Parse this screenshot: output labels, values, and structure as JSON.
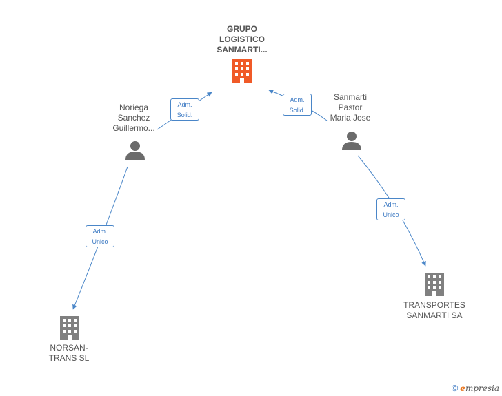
{
  "nodes": {
    "grupo": {
      "label": "GRUPO\nLOGISTICO\nSANMARTI...",
      "type": "company",
      "highlight": true
    },
    "noriega": {
      "label": "Noriega\nSanchez\nGuillermo...",
      "type": "person"
    },
    "sanmarti": {
      "label": "Sanmarti\nPastor\nMaria Jose",
      "type": "person"
    },
    "transportes": {
      "label": "TRANSPORTES\nSANMARTI SA",
      "type": "company"
    },
    "norsan": {
      "label": "NORSAN-\nTRANS   SL",
      "type": "company"
    }
  },
  "edges": [
    {
      "from": "noriega",
      "to": "grupo",
      "line1": "Adm.",
      "line2": "Solid."
    },
    {
      "from": "sanmarti",
      "to": "grupo",
      "line1": "Adm.",
      "line2": "Solid."
    },
    {
      "from": "noriega",
      "to": "norsan",
      "line1": "Adm.",
      "line2": "Unico"
    },
    {
      "from": "sanmarti",
      "to": "transportes",
      "line1": "Adm.",
      "line2": "Unico"
    }
  ],
  "colors": {
    "highlight": "#f05a28",
    "company": "#808080",
    "person": "#6b6b6b",
    "edge": "#4a86c8"
  },
  "watermark": {
    "copyright": "©",
    "brand_e": "e",
    "brand_rest": "mpresia"
  }
}
